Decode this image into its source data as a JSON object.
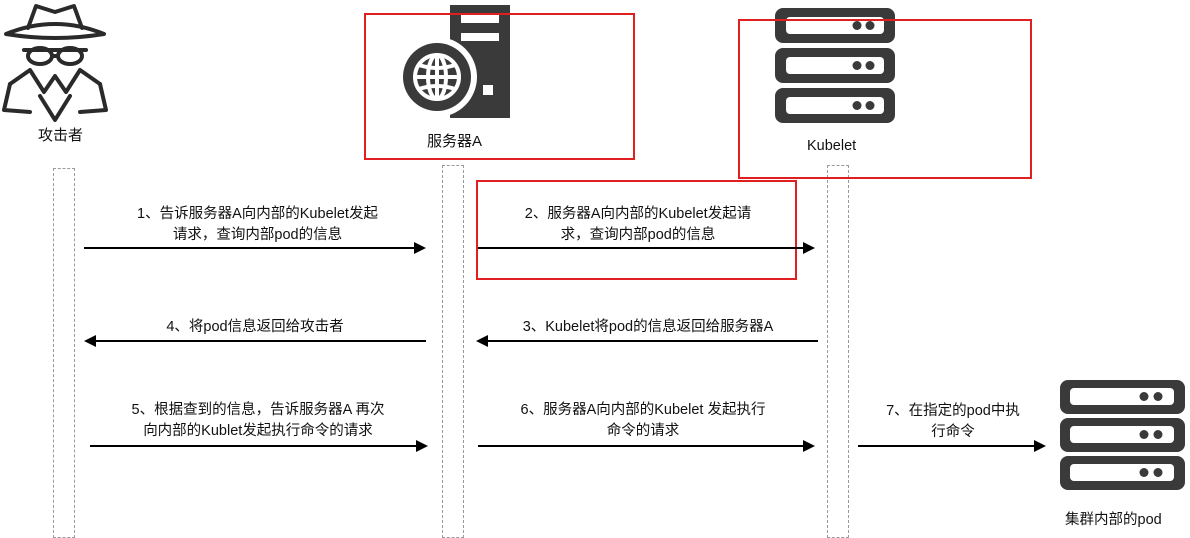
{
  "actors": {
    "attacker": "攻击者",
    "server_a": "服务器A",
    "kubelet": "Kubelet",
    "cluster_pod": "集群内部的pod"
  },
  "messages": {
    "m1": {
      "line1": "1、告诉服务器A向内部的Kubelet发起",
      "line2": "请求，查询内部pod的信息"
    },
    "m2": {
      "line1": "2、服务器A向内部的Kubelet发起请",
      "line2": "求，查询内部pod的信息"
    },
    "m3": {
      "line1": "3、Kubelet将pod的信息返回给服务器A"
    },
    "m4": {
      "line1": "4、将pod信息返回给攻击者"
    },
    "m5": {
      "line1": "5、根据查到的信息，告诉服务器A 再次",
      "line2": "向内部的Kublet发起执行命令的请求"
    },
    "m6": {
      "line1": "6、服务器A向内部的Kubelet 发起执行",
      "line2": "命令的请求"
    },
    "m7": {
      "line1": "7、在指定的pod中执",
      "line2": "行命令"
    }
  },
  "colors": {
    "highlight": "#e02020",
    "icon": "#3a3a3a"
  }
}
